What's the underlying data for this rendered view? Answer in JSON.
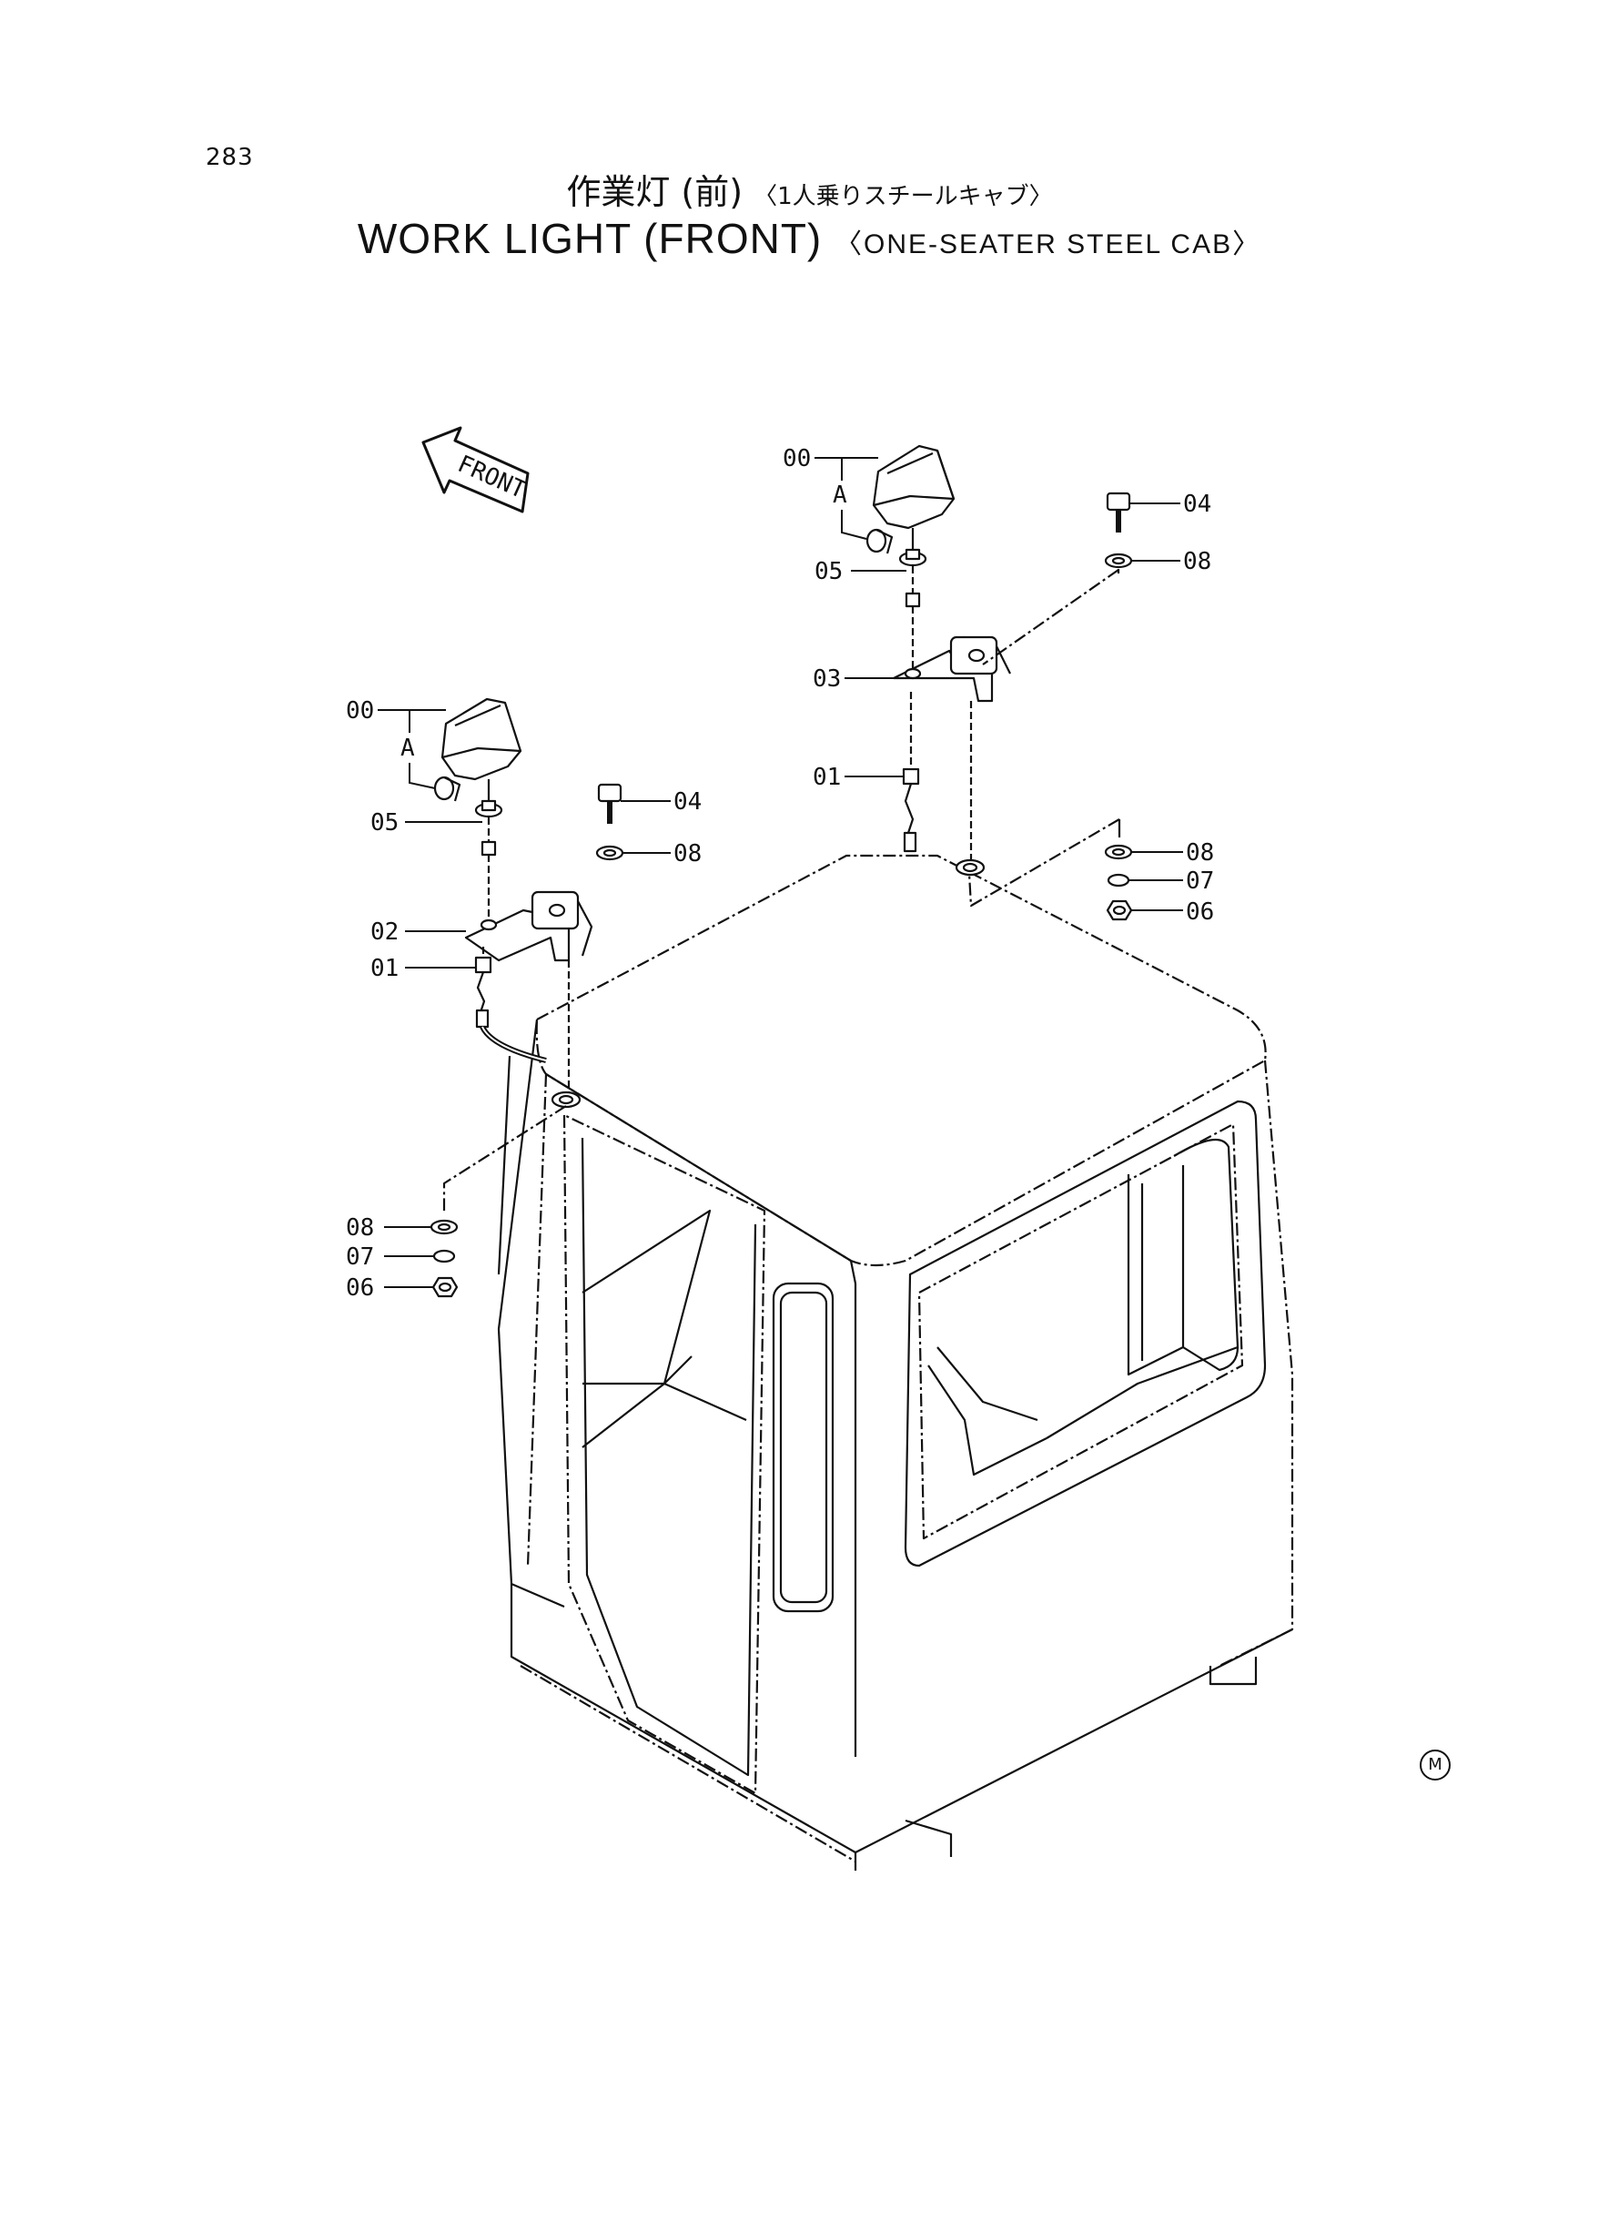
{
  "page": {
    "number": "283",
    "title_jp": "作業灯 (前)",
    "subtitle_jp": "〈1人乗りスチールキャブ〉",
    "title_en": "WORK LIGHT (FRONT)",
    "subtitle_en": "〈ONE-SEATER STEEL CAB〉",
    "mark": "M"
  },
  "diagram": {
    "direction_label": "FRONT",
    "detail_label": "A",
    "part_callouts": {
      "work_light": "00",
      "harness": "01",
      "bracket_left": "02",
      "bracket_right": "03",
      "bolt": "04",
      "clamp": "05",
      "nut": "06",
      "lock_washer": "07",
      "washer": "08"
    }
  },
  "colors": {
    "ink": "#111111",
    "paper": "#ffffff"
  }
}
